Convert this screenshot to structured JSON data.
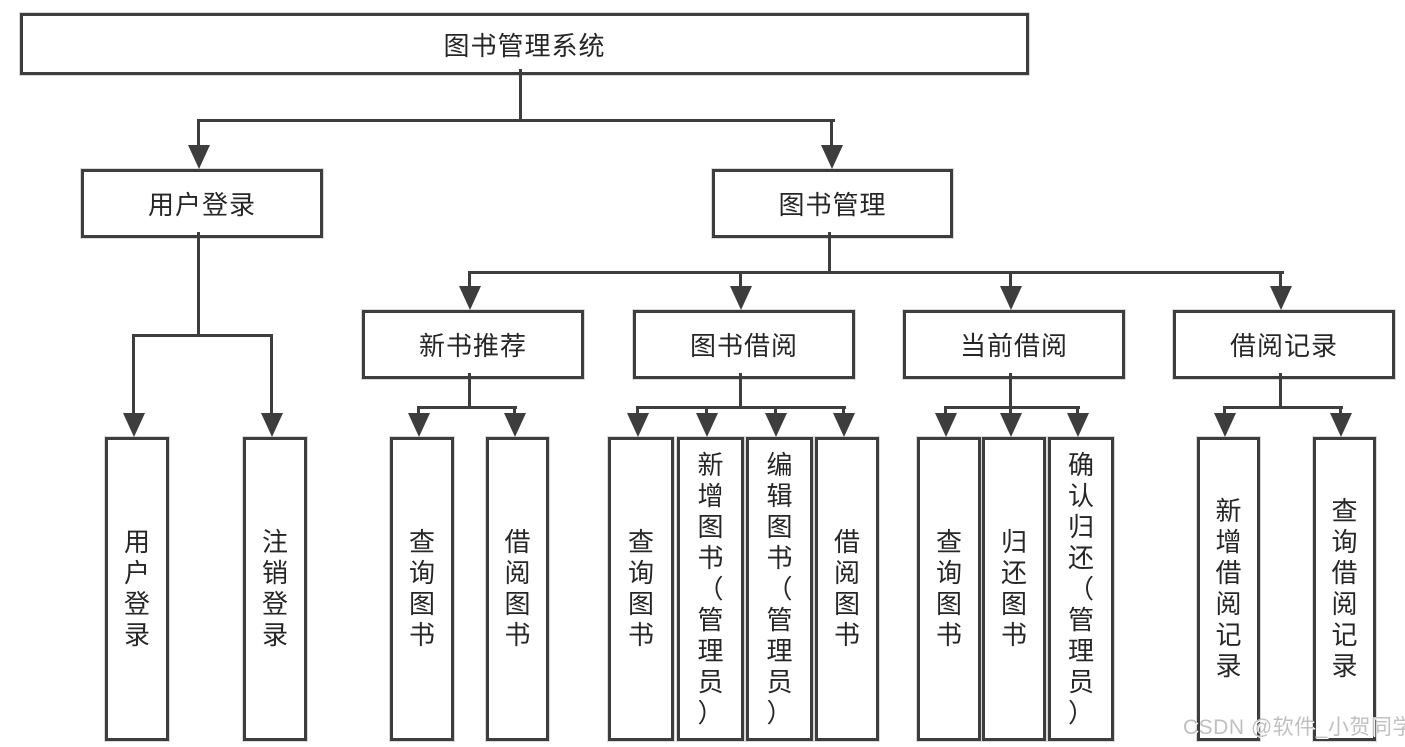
{
  "colors": {
    "line": "#3d3d3d",
    "text": "#262626",
    "box-bg": "#ffffff",
    "watermark": "#c0c0c0"
  },
  "diagram": {
    "root": {
      "label": "图书管理系统"
    },
    "branches": {
      "user_login": {
        "label": "用户登录",
        "children": [
          "用户登录",
          "注销登录"
        ]
      },
      "book_management": {
        "label": "图书管理",
        "sections": {
          "new_book_recommend": {
            "label": "新书推荐",
            "children": [
              "查询图书",
              "借阅图书"
            ]
          },
          "book_borrow": {
            "label": "图书借阅",
            "children": [
              "查询图书",
              "新增图书（管理员）",
              "编辑图书（管理员）",
              "借阅图书"
            ]
          },
          "current_borrow": {
            "label": "当前借阅",
            "children": [
              "查询图书",
              "归还图书",
              "确认归还（管理员）"
            ]
          },
          "borrow_record": {
            "label": "借阅记录",
            "children": [
              "新增借阅记录",
              "查询借阅记录"
            ]
          }
        }
      }
    }
  },
  "watermark": {
    "text": "CSDN @软件_小贺同学"
  }
}
